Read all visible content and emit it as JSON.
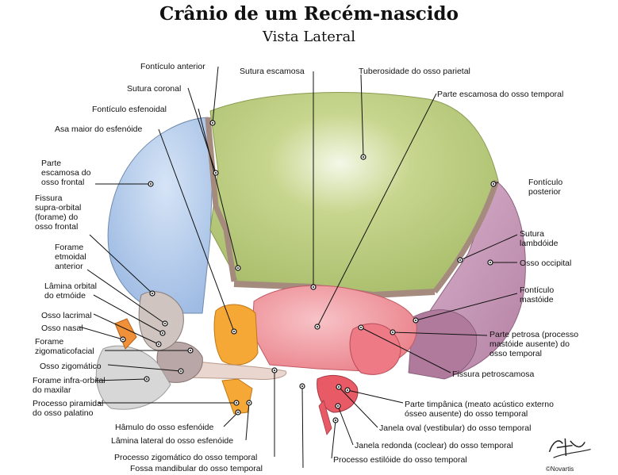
{
  "title": "Crânio de um Recém-nascido",
  "subtitle": "Vista Lateral",
  "signature_text": "F. Netter",
  "copyright": "©Novartis",
  "labels": {
    "fonticulo_anterior": "Fontículo anterior",
    "sutura_escamosa": "Sutura escamosa",
    "tuberosidade_parietal": "Tuberosidade do osso parietal",
    "sutura_coronal": "Sutura coronal",
    "parte_escamosa_temporal": "Parte escamosa do osso temporal",
    "fonticulo_esfenoidal": "Fontículo esfenoidal",
    "asa_maior": "Asa maior do esfenóide",
    "parte_escamosa_frontal": "Parte\nescamosa do\nosso frontal",
    "fonticulo_posterior": "Fontículo\nposterior",
    "fissura_supraorbital": "Fissura\nsupra-orbital\n(forame) do\nosso frontal",
    "sutura_lambdoide": "Sutura\nlambdóide",
    "forame_etmoidal": "Forame\netmoidal\nanterior",
    "osso_occipital": "Osso occipital",
    "lamina_orbital": "Lâmina orbital\ndo etmóide",
    "fonticulo_mastoide": "Fontículo\nmastóide",
    "osso_lacrimal": "Osso lacrimal",
    "osso_nasal": "Osso nasal",
    "forame_zigomaticofacial": "Forame\nzigomaticofacial",
    "parte_petrosa": "Parte petrosa (processo\nmastóide ausente) do\nosso temporal",
    "osso_zigomatico": "Osso zigomático",
    "fissura_petroescamosa": "Fissura petroscamosa",
    "forame_infraorbital": "Forame infra-orbital\ndo maxilar",
    "processo_piramidal": "Processo piramidal\ndo osso palatino",
    "parte_timpanica": "Parte timpânica (meato acústico externo\nósseo ausente) do osso temporal",
    "janela_oval": "Janela oval (vestibular) do osso temporal",
    "hamulo": "Hâmulo do osso esfenóide",
    "lamina_lateral": "Lâmina lateral do osso esfenóide",
    "janela_redonda": "Janela redonda (coclear) do osso temporal",
    "processo_zigomatico": "Processo zigomático do osso temporal",
    "processo_estiloide": "Processo estilóide do osso temporal",
    "fossa_mandibular": "Fossa mandibular do osso temporal"
  },
  "colors": {
    "parietal": "#b7c978",
    "frontal": "#a9c4ea",
    "occipital": "#c79ab8",
    "temporal": "#f08f96",
    "sphenoid": "#f5a835",
    "zygomatic": "#b9a6a6",
    "nasal": "#f09038",
    "face": "#d7d7d7",
    "suture": "#a58a7e"
  }
}
